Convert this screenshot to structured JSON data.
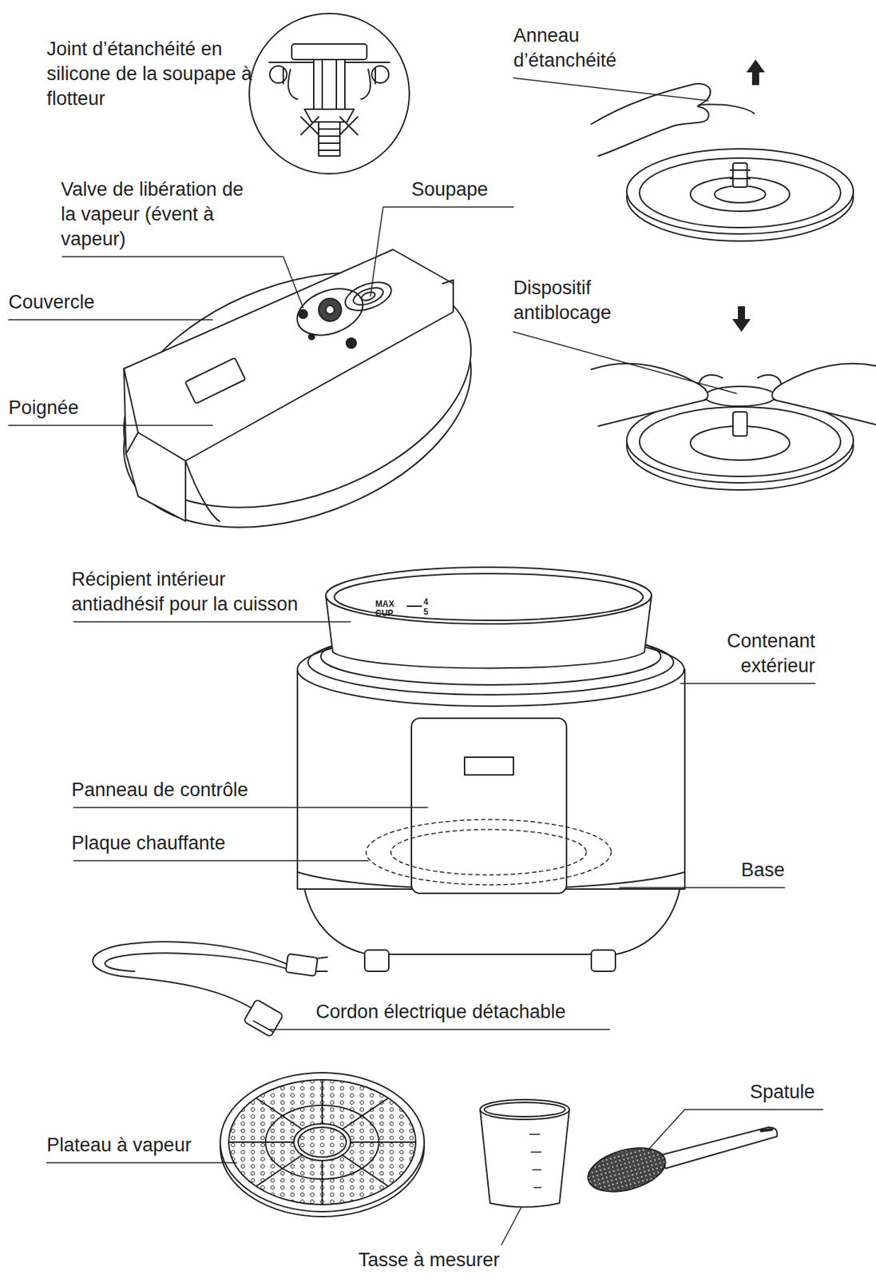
{
  "diagram": {
    "labels": [
      "Joint d’étanchéité en silicone de la soupape à flotteur",
      "Anneau d’étanchéité",
      "Valve de libération de la vapeur (évent à vapeur)",
      "Soupape",
      "Couvercle",
      "Poignée",
      "Dispositif antiblocage",
      "Récipient intérieur antiadhésif pour la cuisson",
      "Contenant extérieur",
      "Panneau de contrôle",
      "Plaque chauffante",
      "Base",
      "Cordon électrique détachable",
      "Plateau à vapeur",
      "Spatule",
      "Tasse à mesurer",
      "MAX",
      "CUP",
      "4",
      "5"
    ]
  }
}
